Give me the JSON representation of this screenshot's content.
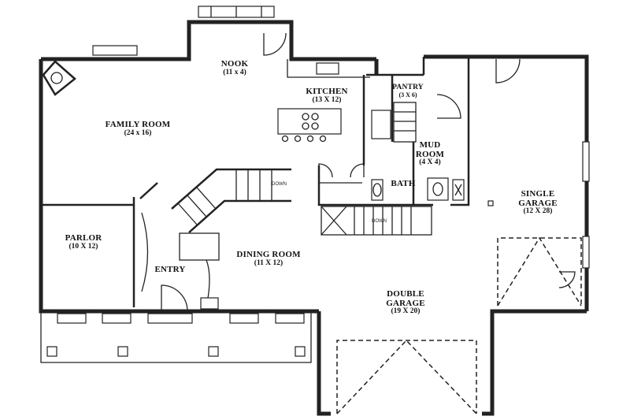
{
  "rooms": {
    "family_room": {
      "name": "FAMILY ROOM",
      "dim": "(24 x 16)"
    },
    "nook": {
      "name": "NOOK",
      "dim": "(11 x 4)"
    },
    "kitchen": {
      "name": "KITCHEN",
      "dim": "(13 X 12)"
    },
    "pantry": {
      "name": "PANTRY",
      "dim": "(3 X 6)"
    },
    "mud_room": {
      "name": "MUD",
      "name2": "ROOM",
      "dim": "(4 X 4)"
    },
    "bath": {
      "name": "BATH"
    },
    "single_garage": {
      "name": "SINGLE",
      "name2": "GARAGE",
      "dim": "(12 X 28)"
    },
    "parlor": {
      "name": "PARLOR",
      "dim": "(10 X 12)"
    },
    "entry": {
      "name": "ENTRY"
    },
    "dining_room": {
      "name": "DINING ROOM",
      "dim": "(11 X 12)"
    },
    "double_garage": {
      "name": "DOUBLE",
      "name2": "GARAGE",
      "dim": "(19 X 20)"
    }
  },
  "stairs": {
    "down_label": "DOWN"
  }
}
